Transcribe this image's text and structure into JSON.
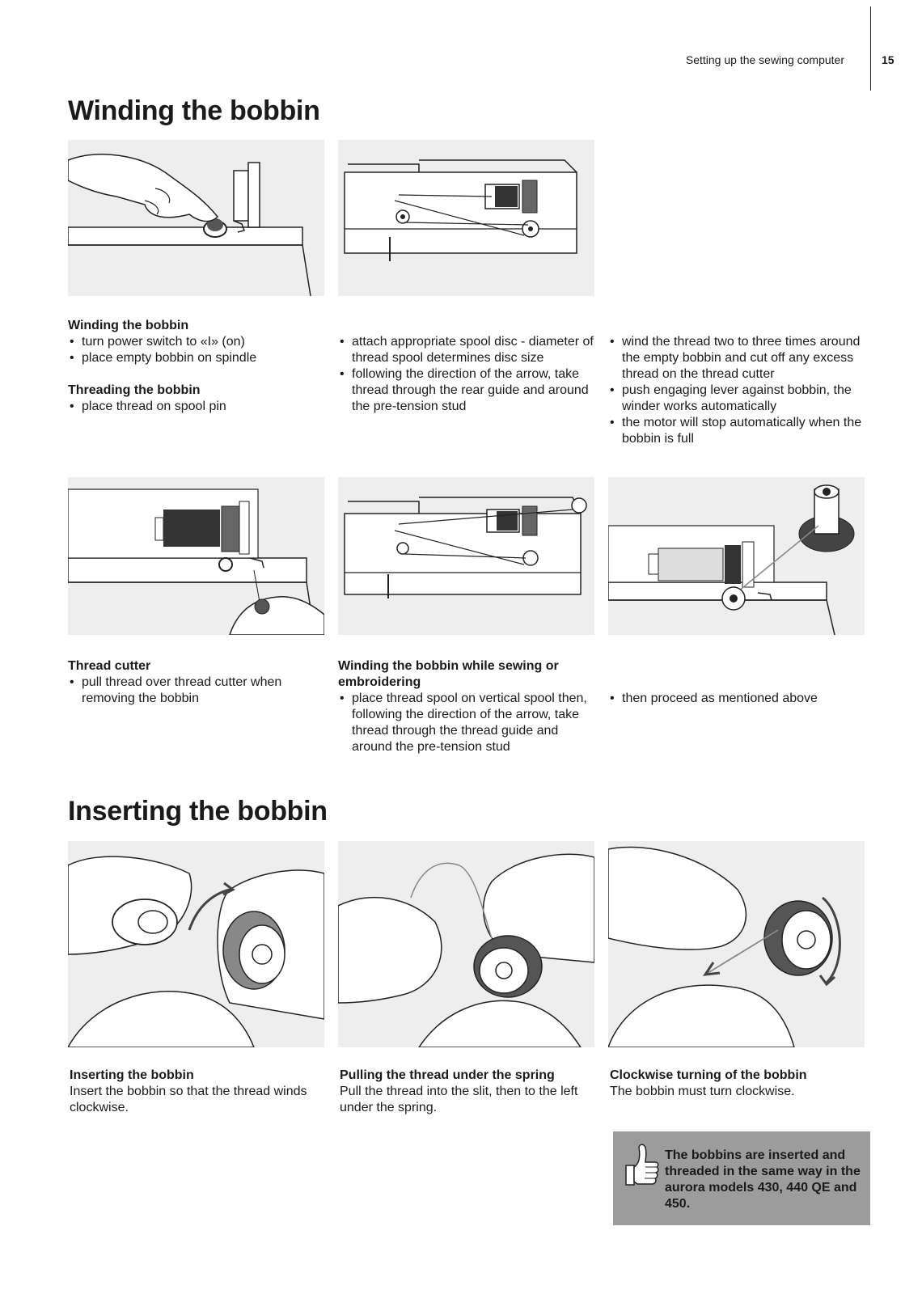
{
  "header": {
    "section": "Setting up the sewing computer",
    "page": "15"
  },
  "winding": {
    "title": "Winding the bobbin",
    "col1": {
      "heading1": "Winding the bobbin",
      "items1": [
        "turn power switch to «I» (on)",
        "place empty bobbin on spindle"
      ],
      "heading2": "Threading the bobbin",
      "items2": [
        "place thread on spool pin"
      ]
    },
    "col2": {
      "items": [
        "attach appropriate spool disc - diameter of thread spool determines disc size",
        "following the direction of the arrow, take thread through the rear guide and around the pre-tension stud"
      ]
    },
    "col3": {
      "items": [
        "wind the thread two to three times around the empty bobbin and cut off any excess thread on the thread cutter",
        "push engaging lever against bobbin, the winder works automatically",
        "the motor will stop automatically when the bobbin is full"
      ]
    },
    "cutter": {
      "heading": "Thread cutter",
      "items": [
        "pull thread over thread cutter when removing the bobbin"
      ]
    },
    "sewing": {
      "heading": "Winding the bobbin while sewing or embroidering",
      "items": [
        "place thread spool on vertical spool then, following the direction of the arrow, take thread through the thread guide and around the pre-tension stud"
      ]
    },
    "proceed": {
      "items": [
        "then proceed as mentioned above"
      ]
    }
  },
  "inserting": {
    "title": "Inserting the bobbin",
    "cap1": {
      "heading": "Inserting the bobbin",
      "text": "Insert the bobbin so that the thread winds clockwise."
    },
    "cap2": {
      "heading": "Pulling the thread under the spring",
      "text": "Pull the thread into the slit, then to the left under the spring."
    },
    "cap3": {
      "heading": "Clockwise turning of the bobbin",
      "text": "The bobbin must turn clockwise."
    }
  },
  "note": {
    "text": "The bobbins are inserted and threaded in the same way in the aurora models 430, 440 QE and 450.",
    "icon": "thumbs-up-icon"
  }
}
